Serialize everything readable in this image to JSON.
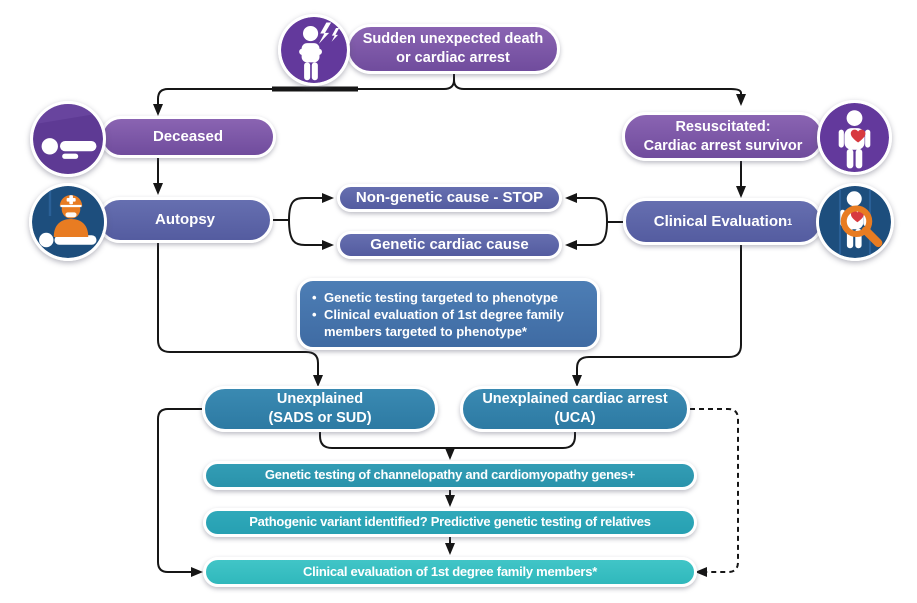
{
  "diagram": {
    "title_semantic": "sudden-cardiac-death-evaluation-flowchart",
    "nodes": {
      "root": {
        "label": "Sudden unexpected death\nor cardiac arrest"
      },
      "deceased": {
        "label": "Deceased"
      },
      "autopsy": {
        "label": "Autopsy"
      },
      "non_genetic": {
        "label": "Non-genetic cause - STOP"
      },
      "genetic_cardiac": {
        "label": "Genetic cardiac cause"
      },
      "resuscitated": {
        "label": "Resuscitated:\nCardiac arrest survivor"
      },
      "clinical_evaluation": {
        "label": "Clinical Evaluation",
        "superscript": "1"
      },
      "phenotype_box": {
        "bullet": "•",
        "items": [
          "Genetic testing targeted to phenotype",
          "Clinical evaluation of 1st degree family members targeted to phenotype*"
        ]
      },
      "unexplained_sads": {
        "label": "Unexplained\n(SADS or SUD)"
      },
      "unexplained_uca": {
        "label": "Unexplained cardiac arrest\n(UCA)"
      },
      "genetic_testing_bar": {
        "label": "Genetic testing of channelopathy and cardiomyopathy genes+"
      },
      "pathogenic_bar": {
        "label": "Pathogenic variant identified? Predictive genetic testing of relatives"
      },
      "family_eval_bar": {
        "label": "Clinical evaluation of 1st degree family members*"
      }
    },
    "icons": {
      "root": "person-chest-pain-icon",
      "deceased": "body-lying-icon",
      "autopsy": "medical-examiner-icon",
      "resuscitated": "survivor-heart-icon",
      "clinical_evaluation": "heart-exam-magnifier-icon"
    },
    "colors": {
      "purple": "#7b56a6",
      "slate_blue": "#5c64a8",
      "steel_blue": "#4678ae",
      "teal_dark": "#3181ab",
      "teal_mid": "#2e98b0",
      "teal_mid2": "#2ba4b6",
      "teal_light": "#38c0c3",
      "icon_purple": "#63399c",
      "icon_navy": "#1d4e7d",
      "icon_orange": "#e87c22",
      "heart_red": "#d7393f",
      "line_black": "#161616"
    }
  }
}
